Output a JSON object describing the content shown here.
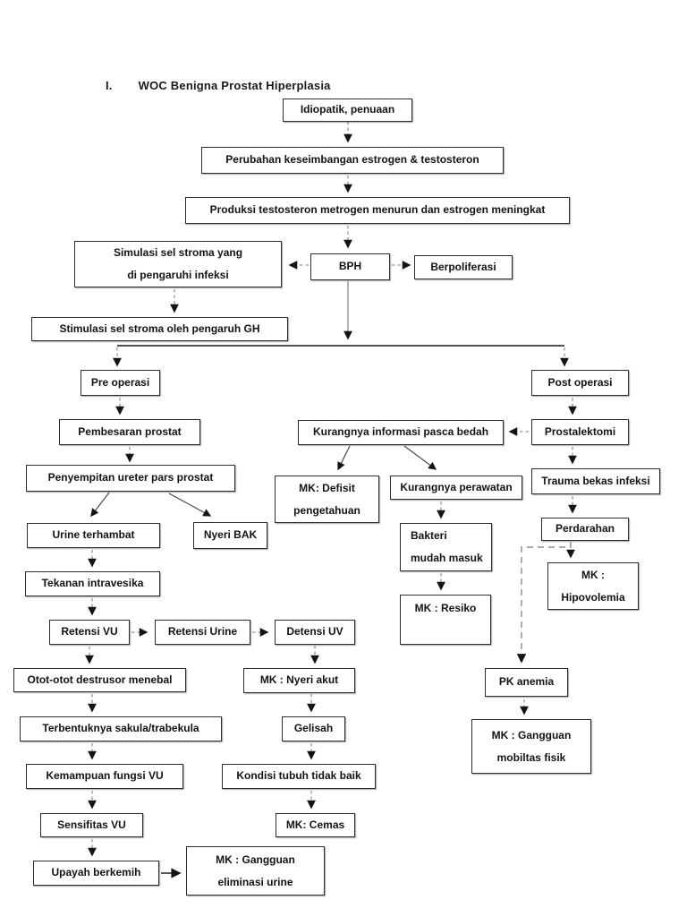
{
  "title": {
    "numeral": "I.",
    "text": "WOC Benigna Prostat Hiperplasia"
  },
  "nodes": {
    "idiopatik": "Idiopatik, penuaan",
    "perubahan": "Perubahan keseimbangan estrogen & testosteron",
    "produksi": "Produksi testosteron metrogen menurun dan estrogen meningkat",
    "simulasi_stroma": "Simulasi sel stroma yang\ndi pengaruhi infeksi",
    "bph": "BPH",
    "berpoliferasi": "Berpoliferasi",
    "stimulasi_gh": "Stimulasi sel stroma oleh pengaruh GH",
    "pre_operasi": "Pre operasi",
    "post_operasi": "Post operasi",
    "pembesaran_prostat": "Pembesaran prostat",
    "kurangnya_informasi": "Kurangnya informasi pasca bedah",
    "prostalektomi": "Prostalektomi",
    "penyempitan_ureter": "Penyempitan ureter pars prostat",
    "mk_defisit": "MK: Defisit\npengetahuan",
    "kurangnya_perawatan": "Kurangnya perawatan",
    "trauma_bekas_infeksi": "Trauma bekas infeksi",
    "urine_terhambat": "Urine terhambat",
    "nyeri_bak": "Nyeri BAK",
    "bakteri_mudah_masuk": "Bakteri\nmudah masuk",
    "perdarahan": "Perdarahan",
    "tekanan_intravesika": "Tekanan intravesika",
    "mk_hipovolemia": "MK :\nHipovolemia",
    "retensi_vu": "Retensi VU",
    "retensi_urine": "Retensi Urine",
    "detensi_uv": "Detensi UV",
    "mk_resiko": "MK : Resiko",
    "otot_destrusor": "Otot-otot destrusor menebal",
    "mk_nyeri_akut": "MK : Nyeri akut",
    "pk_anemia": "PK anemia",
    "terbentuknya_sakula": "Terbentuknya sakula/trabekula",
    "gelisah": "Gelisah",
    "mk_gangguan_mobilitas": "MK : Gangguan\nmobiltas fisik",
    "kemampuan_fungsi_vu": "Kemampuan fungsi VU",
    "kondisi_tubuh": "Kondisi tubuh tidak baik",
    "sensifitas_vu": "Sensifitas VU",
    "mk_cemas": "MK: Cemas",
    "upayah_berkemih": "Upayah berkemih",
    "mk_gangguan_eliminasi": "MK : Gangguan\neliminasi urine"
  }
}
